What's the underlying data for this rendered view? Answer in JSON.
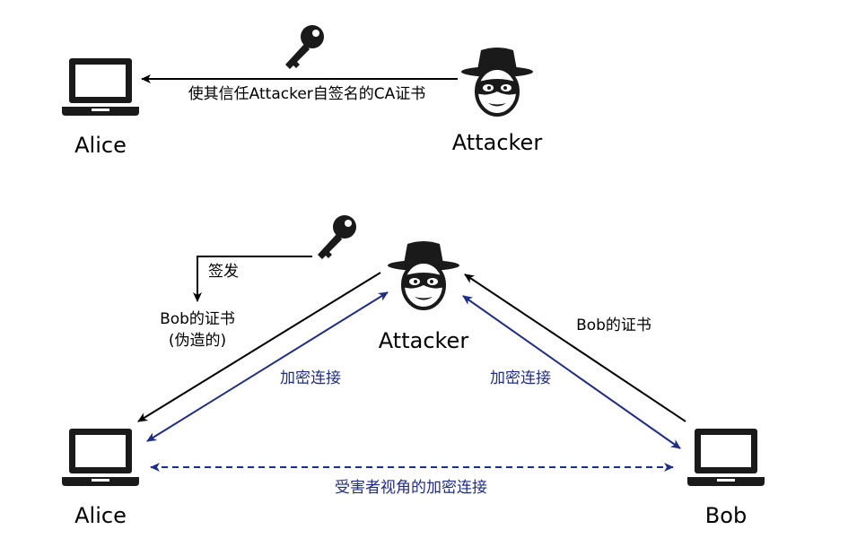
{
  "top_scene": {
    "alice_label": "Alice",
    "attacker_label": "Attacker",
    "arrow_label": "使其信任Attacker自签名的CA证书"
  },
  "bottom_scene": {
    "alice_label": "Alice",
    "bob_label": "Bob",
    "attacker_label": "Attacker",
    "sign_label": "签发",
    "forged_cert_line1": "Bob的证书",
    "forged_cert_line2": "(伪造的)",
    "bob_cert_label": "Bob的证书",
    "left_encrypted_label": "加密连接",
    "right_encrypted_label": "加密连接",
    "victim_view_label": "受害者视角的加密连接"
  },
  "colors": {
    "black_arrow": "#000000",
    "blue_arrow": "#1f2d8a",
    "icon_dark": "#1a1a1a"
  },
  "icons": [
    "laptop-icon",
    "key-icon",
    "hacker-icon"
  ]
}
